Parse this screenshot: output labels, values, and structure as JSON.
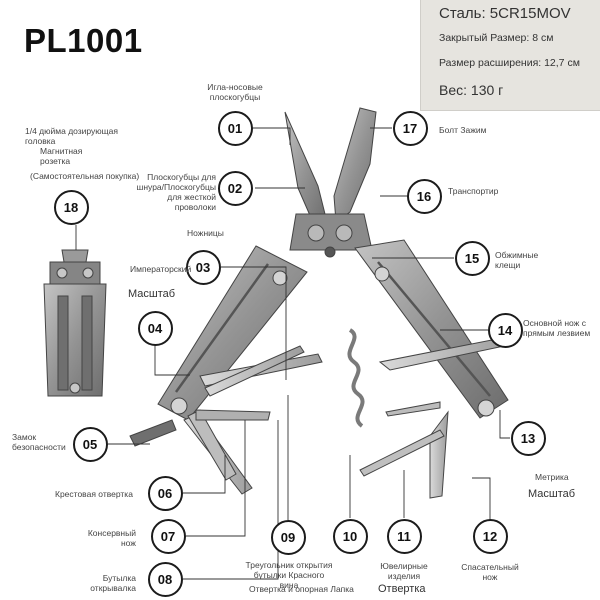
{
  "title": "PL1001",
  "specs": [
    "Сталь: 5CR15MOV",
    "Закрытый Размер: 8 см",
    "Размер расширения: 12,7 см",
    "Вес: 130 г"
  ],
  "callouts": [
    {
      "number": "01",
      "label": "Игла-носовые плоскогубцы"
    },
    {
      "number": "02",
      "label": "Плоскогубцы для шнура/Плоскогубцы для жесткой проволоки"
    },
    {
      "number": "03",
      "label": "Ножницы",
      "extra": "Императорский",
      "extra2": "Масштаб"
    },
    {
      "number": "04",
      "label": ""
    },
    {
      "number": "05",
      "label": "Замок безопасности"
    },
    {
      "number": "06",
      "label": "Крестовая отвертка"
    },
    {
      "number": "07",
      "label": "Консервный нож"
    },
    {
      "number": "08",
      "label": "Бутылка открывалка"
    },
    {
      "number": "09",
      "label": "Треугольник открытия бутылки Красного вина",
      "extra": "Отвертка и опорная Лапка"
    },
    {
      "number": "10",
      "label": ""
    },
    {
      "number": "11",
      "label": "Ювелирные изделия",
      "extra": "Отвертка"
    },
    {
      "number": "12",
      "label": "Спасательный нож"
    },
    {
      "number": "13",
      "label": "Метрика",
      "extra": "Масштаб"
    },
    {
      "number": "14",
      "label": "Основной нож с прямым лезвием"
    },
    {
      "number": "15",
      "label": "Обжимные клещи"
    },
    {
      "number": "16",
      "label": "Транспортир"
    },
    {
      "number": "17",
      "label": "Болт Зажим"
    },
    {
      "number": "18",
      "label": "1/4 дюйма дозирующая головка",
      "extra": "Магнитная розетка",
      "extra2": "(Самостоятельная покупка)"
    }
  ],
  "icons": [
    "multitool-illustration",
    "multitool-closed-illustration"
  ],
  "colors": {
    "steel": "#9a9a9a",
    "steel_dark": "#5e5e5e",
    "spec_box": "#e6e4df",
    "circle_border": "#1b1b1b"
  }
}
